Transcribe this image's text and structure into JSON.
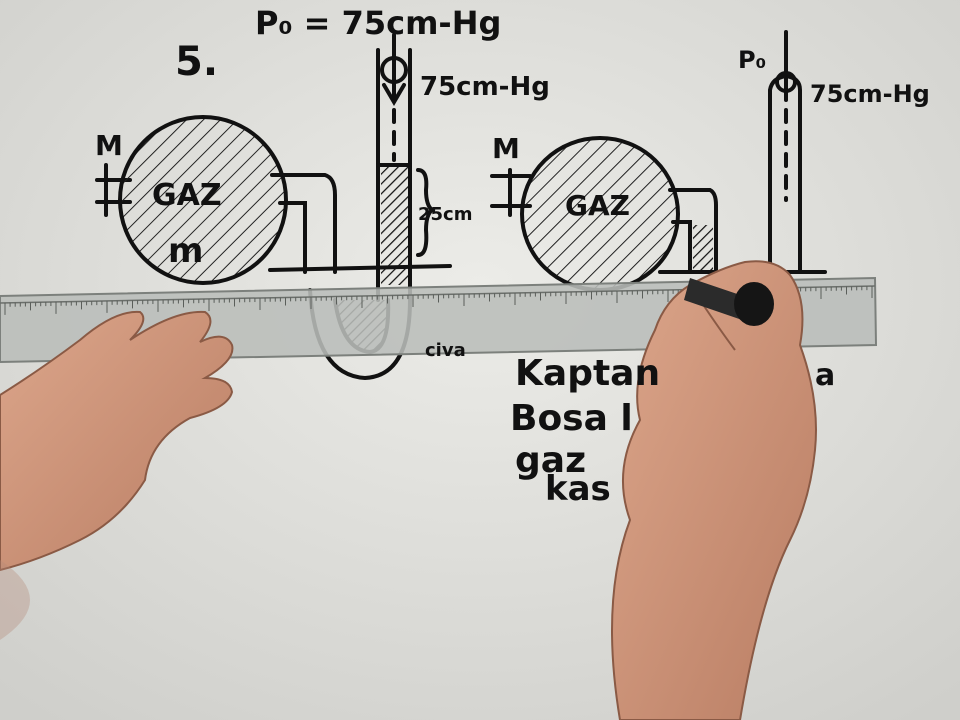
{
  "problem": {
    "number": "5.",
    "title_pressure": "P₀ = 75cm-Hg"
  },
  "left_setup": {
    "valve_label": "M",
    "bulb_label": "GAZ",
    "mass_label": "m",
    "tube_pressure": "75cm-Hg",
    "column_height": "25cm",
    "bottom_text": "civa"
  },
  "right_setup": {
    "valve_label": "M",
    "bulb_label": "GAZ",
    "tube_label": "P₀",
    "tube_pressure": "75cm-Hg"
  },
  "notes": {
    "line1": "Kaptan",
    "line1_end": "a",
    "line2": "Bosa l",
    "line3": "gaz",
    "line4": "kas"
  },
  "colors": {
    "paper": "#e8e8e4",
    "ink": "#111111",
    "ruler": "#b9bdb9",
    "skin": "#d49a7f"
  }
}
